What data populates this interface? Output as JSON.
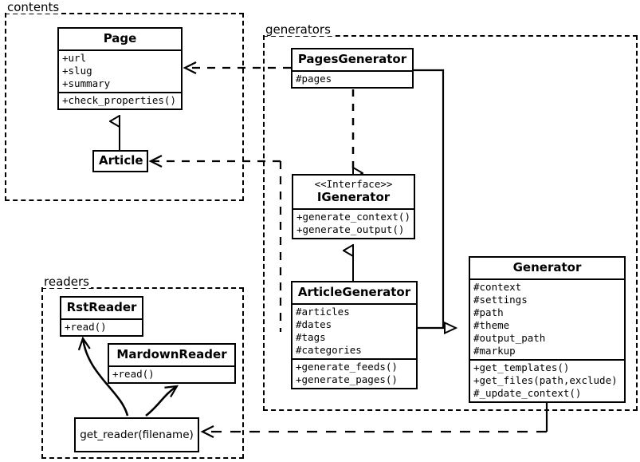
{
  "diagram": {
    "type": "uml-class-diagram",
    "packages": [
      {
        "name": "contents-package",
        "label": "contents"
      },
      {
        "name": "generators-package",
        "label": "generators"
      },
      {
        "name": "readers-package",
        "label": "readers"
      }
    ],
    "classes": [
      {
        "id": "page",
        "name": "Page",
        "stereotype": "",
        "attributes": [
          "+url",
          "+slug",
          "+summary"
        ],
        "methods": [
          "+check_properties()"
        ]
      },
      {
        "id": "article",
        "name": "Article",
        "stereotype": "",
        "attributes": [],
        "methods": []
      },
      {
        "id": "pages-generator",
        "name": "PagesGenerator",
        "stereotype": "",
        "attributes": [
          "#pages"
        ],
        "methods": []
      },
      {
        "id": "igenerator",
        "name": "IGenerator",
        "stereotype": "<<Interface>>",
        "attributes": [],
        "methods": [
          "+generate_context()",
          "+generate_output()"
        ]
      },
      {
        "id": "article-generator",
        "name": "ArticleGenerator",
        "stereotype": "",
        "attributes": [
          "#articles",
          "#dates",
          "#tags",
          "#categories"
        ],
        "methods": [
          "+generate_feeds()",
          "+generate_pages()"
        ]
      },
      {
        "id": "generator",
        "name": "Generator",
        "stereotype": "",
        "attributes": [
          "#context",
          "#settings",
          "#path",
          "#theme",
          "#output_path",
          "#markup"
        ],
        "methods": [
          "+get_templates()",
          "+get_files(path,exclude)",
          "#_update_context()"
        ]
      },
      {
        "id": "rst-reader",
        "name": "RstReader",
        "stereotype": "",
        "attributes": [],
        "methods": [
          "+read()"
        ]
      },
      {
        "id": "mardown-reader",
        "name": "MardownReader",
        "stereotype": "",
        "attributes": [],
        "methods": [
          "+read()"
        ]
      },
      {
        "id": "get-reader-function",
        "name": "get_reader(filename)",
        "stereotype": "",
        "attributes": [],
        "methods": []
      }
    ],
    "relations": [
      {
        "name": "article-inherits-page",
        "kind": "generalization",
        "from": "Article",
        "to": "Page"
      },
      {
        "name": "pagesgenerator-realizes-igenerator",
        "kind": "realization",
        "from": "PagesGenerator",
        "to": "IGenerator"
      },
      {
        "name": "articlegenerator-realizes-igenerator",
        "kind": "realization",
        "from": "ArticleGenerator",
        "to": "IGenerator"
      },
      {
        "name": "pagesgenerator-aggregates-generator",
        "kind": "aggregation",
        "from": "PagesGenerator",
        "to": "Generator"
      },
      {
        "name": "articlegenerator-aggregates-generator",
        "kind": "aggregation",
        "from": "ArticleGenerator",
        "to": "Generator"
      },
      {
        "name": "pagesgenerator-depends-page",
        "kind": "dependency",
        "from": "PagesGenerator",
        "to": "Page"
      },
      {
        "name": "generators-depends-article",
        "kind": "dependency",
        "from": "generators",
        "to": "Article"
      },
      {
        "name": "generator-depends-get-reader",
        "kind": "dependency",
        "from": "Generator",
        "to": "get_reader(filename)"
      },
      {
        "name": "getreader-returns-rstreader",
        "kind": "return",
        "from": "get_reader(filename)",
        "to": "RstReader"
      },
      {
        "name": "getreader-returns-mardownreader",
        "kind": "return",
        "from": "get_reader(filename)",
        "to": "MardownReader"
      }
    ],
    "colors": {
      "line": "#000000",
      "background": "#ffffff",
      "text": "#000000"
    }
  }
}
